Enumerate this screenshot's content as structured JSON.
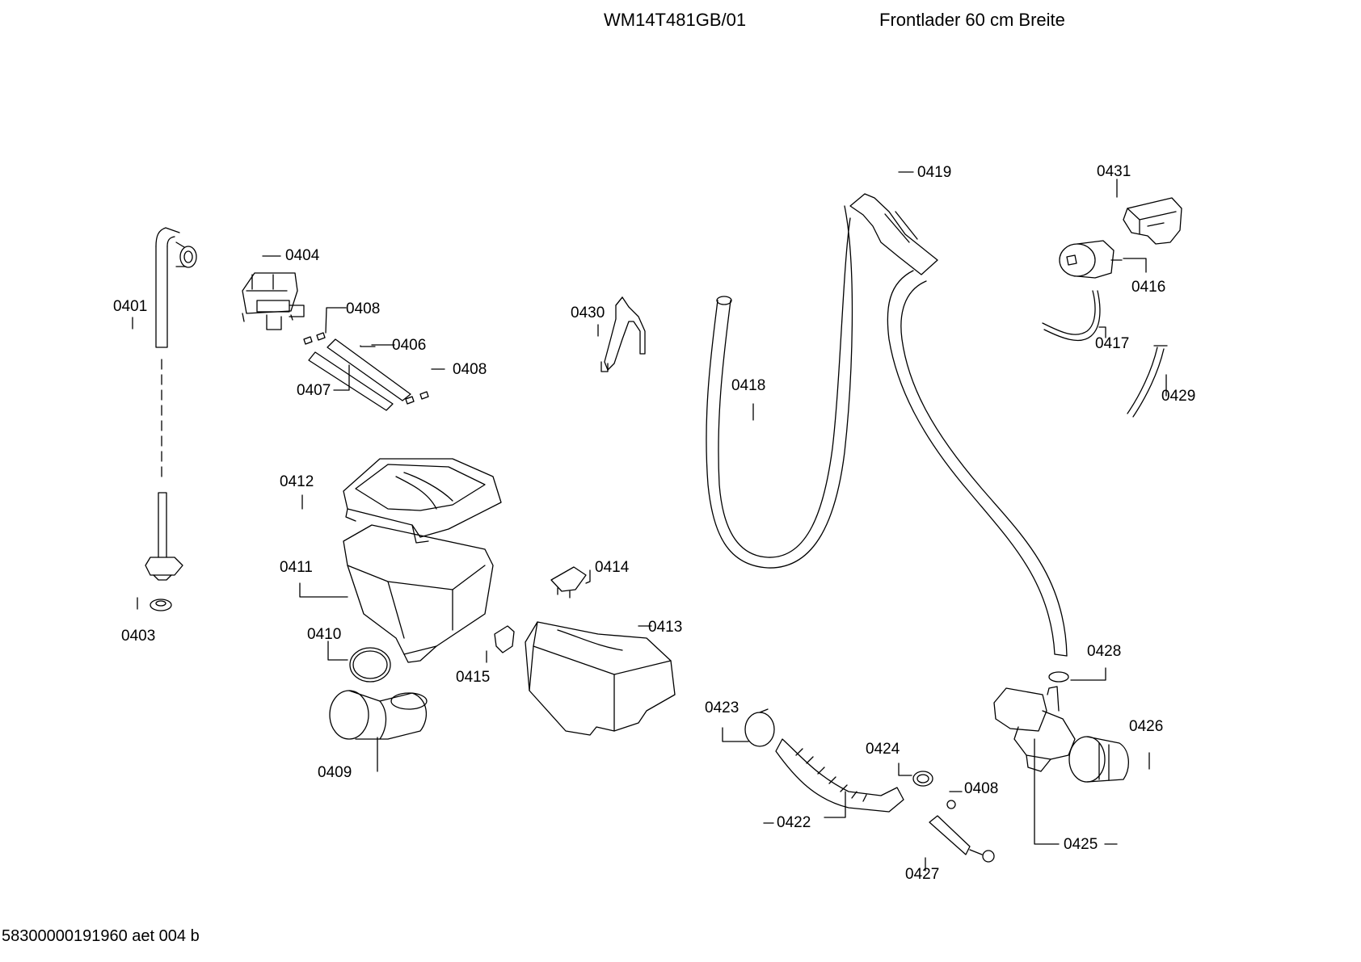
{
  "header": {
    "model": "WM14T481GB/01",
    "description": "Frontlader 60 cm Breite"
  },
  "footer": {
    "code": "58300000191960 aet 004 b"
  },
  "parts": {
    "p0401": "0401",
    "p0403": "0403",
    "p0404": "0404",
    "p0406": "0406",
    "p0407": "0407",
    "p0408a": "0408",
    "p0408b": "0408",
    "p0408c": "0408",
    "p0409": "0409",
    "p0410": "0410",
    "p0411": "0411",
    "p0412": "0412",
    "p0413": "0413",
    "p0414": "0414",
    "p0415": "0415",
    "p0416": "0416",
    "p0417": "0417",
    "p0418": "0418",
    "p0419": "0419",
    "p0422": "0422",
    "p0423": "0423",
    "p0424": "0424",
    "p0425": "0425",
    "p0426": "0426",
    "p0427": "0427",
    "p0428": "0428",
    "p0429": "0429",
    "p0430": "0430",
    "p0431": "0431"
  }
}
